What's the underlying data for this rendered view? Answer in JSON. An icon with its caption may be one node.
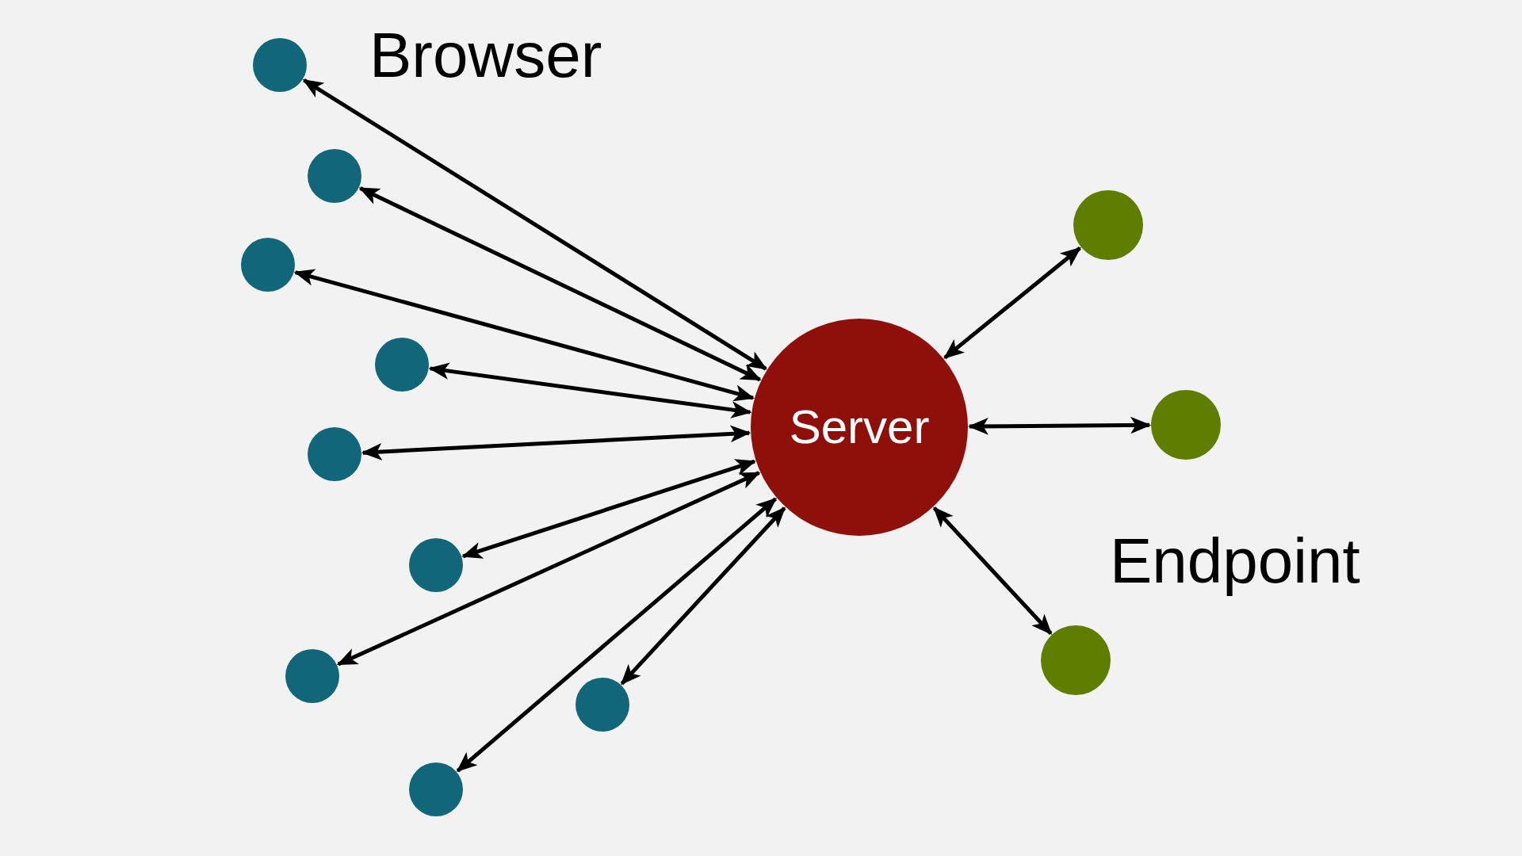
{
  "diagram": {
    "nodes": [
      {
        "text": [
          "Server"
        ]
      },
      {
        "text": [],
        "shape": "circle"
      },
      {
        "text": [],
        "shape": "circle"
      },
      {
        "text": [],
        "shape": "circle"
      },
      {
        "text": [],
        "shape": "circle"
      },
      {
        "text": [],
        "shape": "circle"
      },
      {
        "text": [],
        "shape": "circle"
      },
      {
        "text": [],
        "shape": "circle"
      },
      {
        "text": [],
        "shape": "circle"
      },
      {
        "text": [],
        "shape": "circle"
      },
      {
        "text": [],
        "shape": "circle"
      },
      {
        "text": [],
        "shape": "circle"
      },
      {
        "text": [],
        "shape": "circle"
      }
    ],
    "edges": [
      {
        "from": 0,
        "to": 1,
        "arrow": "both"
      },
      {
        "from": 0,
        "to": 2,
        "arrow": "both"
      },
      {
        "from": 0,
        "to": 3,
        "arrow": "both"
      },
      {
        "from": 0,
        "to": 4,
        "arrow": "both"
      },
      {
        "from": 0,
        "to": 5,
        "arrow": "both"
      },
      {
        "from": 0,
        "to": 6,
        "arrow": "both"
      },
      {
        "from": 0,
        "to": 7,
        "arrow": "both"
      },
      {
        "from": 0,
        "to": 8,
        "arrow": "both"
      },
      {
        "from": 0,
        "to": 9,
        "arrow": "both"
      },
      {
        "from": 0,
        "to": 10,
        "arrow": "both"
      },
      {
        "from": 0,
        "to": 11,
        "arrow": "both"
      },
      {
        "from": 0,
        "to": 12,
        "arrow": "both"
      }
    ],
    "labels": [
      "Browser",
      "Endpoint"
    ]
  }
}
